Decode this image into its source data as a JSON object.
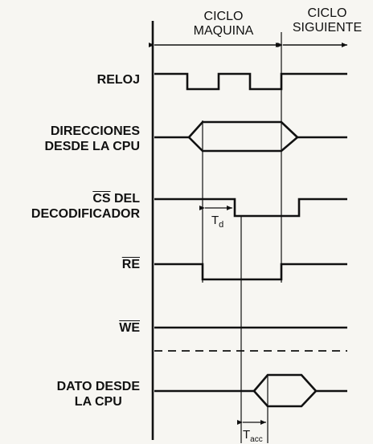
{
  "header": {
    "cycle_line1": "CICLO",
    "cycle_line2": "MAQUINA",
    "next_line1": "CICLO",
    "next_line2": "SIGUIENTE"
  },
  "signals": {
    "clock": "RELOJ",
    "address_line1": "DIRECCIONES",
    "address_line2": "DESDE LA CPU",
    "cs_bar": "CS",
    "cs_rest": " DEL",
    "cs_line2": "DECODIFICADOR",
    "re_bar": "RE",
    "we_bar": "WE",
    "data_line1": "DATO DESDE",
    "data_line2": "LA CPU"
  },
  "timings": {
    "td_main": "T",
    "td_sub": "d",
    "tacc_main": "T",
    "tacc_sub": "acc"
  }
}
